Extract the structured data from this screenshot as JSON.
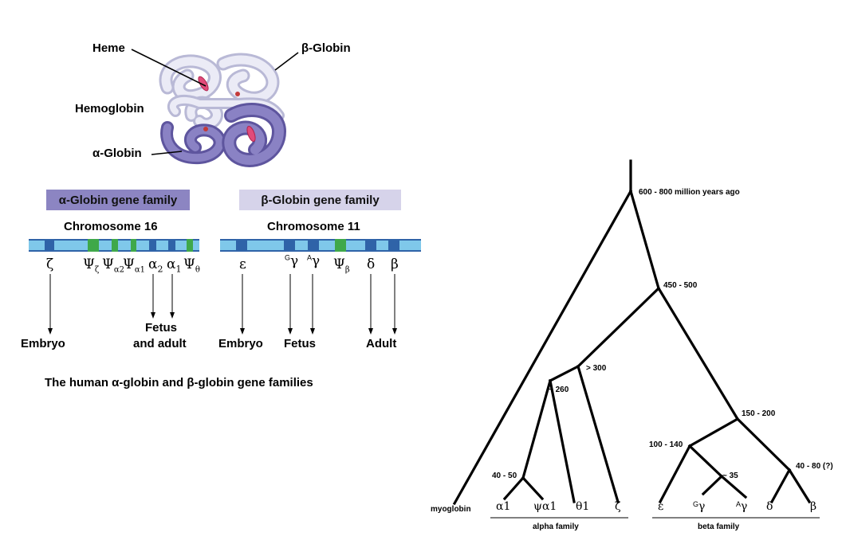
{
  "hemoglobin": {
    "heme_label": "Heme",
    "beta_label": "β-Globin",
    "hb_label": "Hemoglobin",
    "alpha_label": "α-Globin"
  },
  "alpha_family": {
    "title": "α-Globin gene family",
    "chromosome": "Chromosome 16",
    "genes": [
      "ζ",
      "Ψζ",
      "Ψα2",
      "Ψα1",
      "α2",
      "α1",
      "Ψθ"
    ],
    "stage_embryo": "Embryo",
    "stage_fetus_adult_1": "Fetus",
    "stage_fetus_adult_2": "and adult"
  },
  "beta_family": {
    "title": "β-Globin gene family",
    "chromosome": "Chromosome 11",
    "genes": [
      "ε",
      "Gγ",
      "Aγ",
      "Ψβ",
      "δ",
      "β"
    ],
    "stage_embryo": "Embryo",
    "stage_fetus": "Fetus",
    "stage_adult": "Adult"
  },
  "caption": "The human α-globin and β-globin gene families",
  "tree": {
    "root_age": "600 - 800 million years ago",
    "node_450": "450 - 500",
    "node_300": "> 300",
    "node_260": "~ 260",
    "node_150": "150 - 200",
    "node_100": "100 - 140",
    "node_35": "~ 35",
    "node_40_80": "40 - 80 (?)",
    "node_40_50": "40 - 50",
    "leaf_myoglobin": "myoglobin",
    "leaves_alpha": [
      "α1",
      "ψα1",
      "θ1",
      "ζ"
    ],
    "leaves_beta": [
      "ε",
      "Gγ",
      "Aγ",
      "δ",
      "β"
    ],
    "alpha_group": "alpha family",
    "beta_group": "beta family"
  },
  "colors": {
    "alpha_box": "#8c85c2",
    "beta_box": "#d6d3ea",
    "chromosome": "#7fc8ea",
    "gene_dark": "#2f63a8",
    "pseudo_green": "#3fa84a",
    "globin_light": "#d8d8ea",
    "globin_dark": "#7a72b8"
  }
}
